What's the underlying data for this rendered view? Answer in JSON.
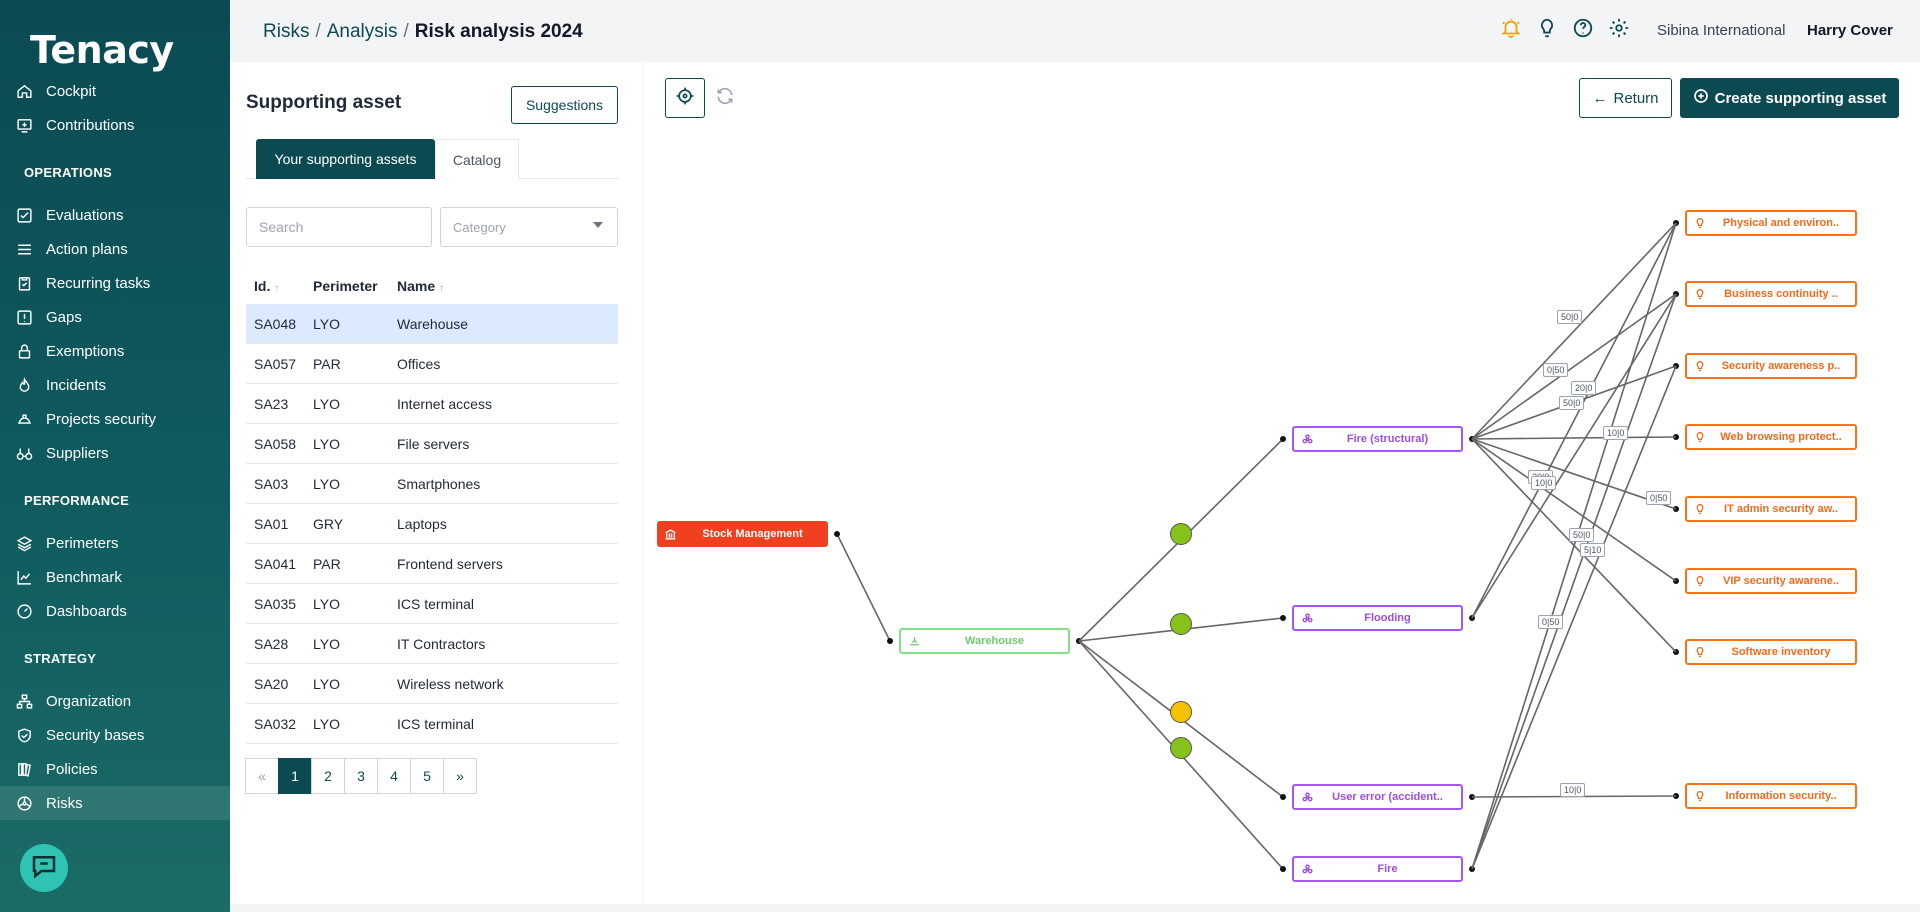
{
  "app": {
    "logo": "Tenacy"
  },
  "sidebar": {
    "top_items": [
      {
        "label": "Cockpit",
        "icon": "home-icon"
      },
      {
        "label": "Contributions",
        "icon": "contribution-icon"
      }
    ],
    "sections": {
      "operations": "OPERATIONS",
      "performance": "PERFORMANCE",
      "strategy": "STRATEGY"
    },
    "operations": [
      {
        "label": "Evaluations"
      },
      {
        "label": "Action plans"
      },
      {
        "label": "Recurring tasks"
      },
      {
        "label": "Gaps"
      },
      {
        "label": "Exemptions"
      },
      {
        "label": "Incidents"
      },
      {
        "label": "Projects security"
      },
      {
        "label": "Suppliers"
      }
    ],
    "performance": [
      {
        "label": "Perimeters"
      },
      {
        "label": "Benchmark"
      },
      {
        "label": "Dashboards"
      }
    ],
    "strategy": [
      {
        "label": "Organization"
      },
      {
        "label": "Security bases"
      },
      {
        "label": "Policies"
      },
      {
        "label": "Risks"
      }
    ],
    "active": "Risks"
  },
  "header": {
    "breadcrumb": [
      "Risks",
      "Analysis",
      "Risk analysis 2024"
    ],
    "organization": "Sibina International",
    "user": "Harry Cover"
  },
  "panel": {
    "title": "Supporting asset",
    "suggestions_label": "Suggestions",
    "tabs": [
      "Your supporting assets",
      "Catalog"
    ],
    "search_placeholder": "Search",
    "category_placeholder": "Category",
    "columns": [
      "Id.",
      "Perimeter",
      "Name"
    ],
    "rows": [
      {
        "id": "SA048",
        "perimeter": "LYO",
        "name": "Warehouse"
      },
      {
        "id": "SA057",
        "perimeter": "PAR",
        "name": "Offices"
      },
      {
        "id": "SA23",
        "perimeter": "LYO",
        "name": "Internet access"
      },
      {
        "id": "SA058",
        "perimeter": "LYO",
        "name": "File servers"
      },
      {
        "id": "SA03",
        "perimeter": "LYO",
        "name": "Smartphones"
      },
      {
        "id": "SA01",
        "perimeter": "GRY",
        "name": "Laptops"
      },
      {
        "id": "SA041",
        "perimeter": "PAR",
        "name": "Frontend servers"
      },
      {
        "id": "SA035",
        "perimeter": "LYO",
        "name": "ICS terminal"
      },
      {
        "id": "SA28",
        "perimeter": "LYO",
        "name": "IT Contractors"
      },
      {
        "id": "SA20",
        "perimeter": "LYO",
        "name": "Wireless network"
      },
      {
        "id": "SA032",
        "perimeter": "LYO",
        "name": "ICS terminal"
      }
    ],
    "pagination": {
      "prev": "«",
      "pages": [
        "1",
        "2",
        "3",
        "4",
        "5"
      ],
      "next": "»",
      "current": "1"
    }
  },
  "graph": {
    "return_label": "Return",
    "create_label": "Create supporting asset",
    "process": "Stock Management",
    "asset": "Warehouse",
    "threats": [
      "Fire (structural)",
      "Flooding",
      "User error (accident..",
      "Fire"
    ],
    "measures": [
      "Physical and environ..",
      "Business continuity ..",
      "Security awareness p..",
      "Web browsing protect..",
      "IT admin security aw..",
      "VIP security awarene..",
      "Software inventory",
      "Information security.."
    ],
    "risk_level_colors": [
      "#86c21a",
      "#86c21a",
      "#f5c100",
      "#86c21a"
    ],
    "edge_labels": [
      "50|0",
      "0|50",
      "20|0",
      "50|0",
      "10|0",
      "20|0",
      "0|50",
      "10|0",
      "50|0",
      "5|10",
      "0|50",
      "10|0"
    ],
    "colors": {
      "process": "#f0401f",
      "asset": "#86e08a",
      "threat": "#a855f7",
      "measure": "#f97316",
      "brand": "#0c4a52"
    }
  }
}
